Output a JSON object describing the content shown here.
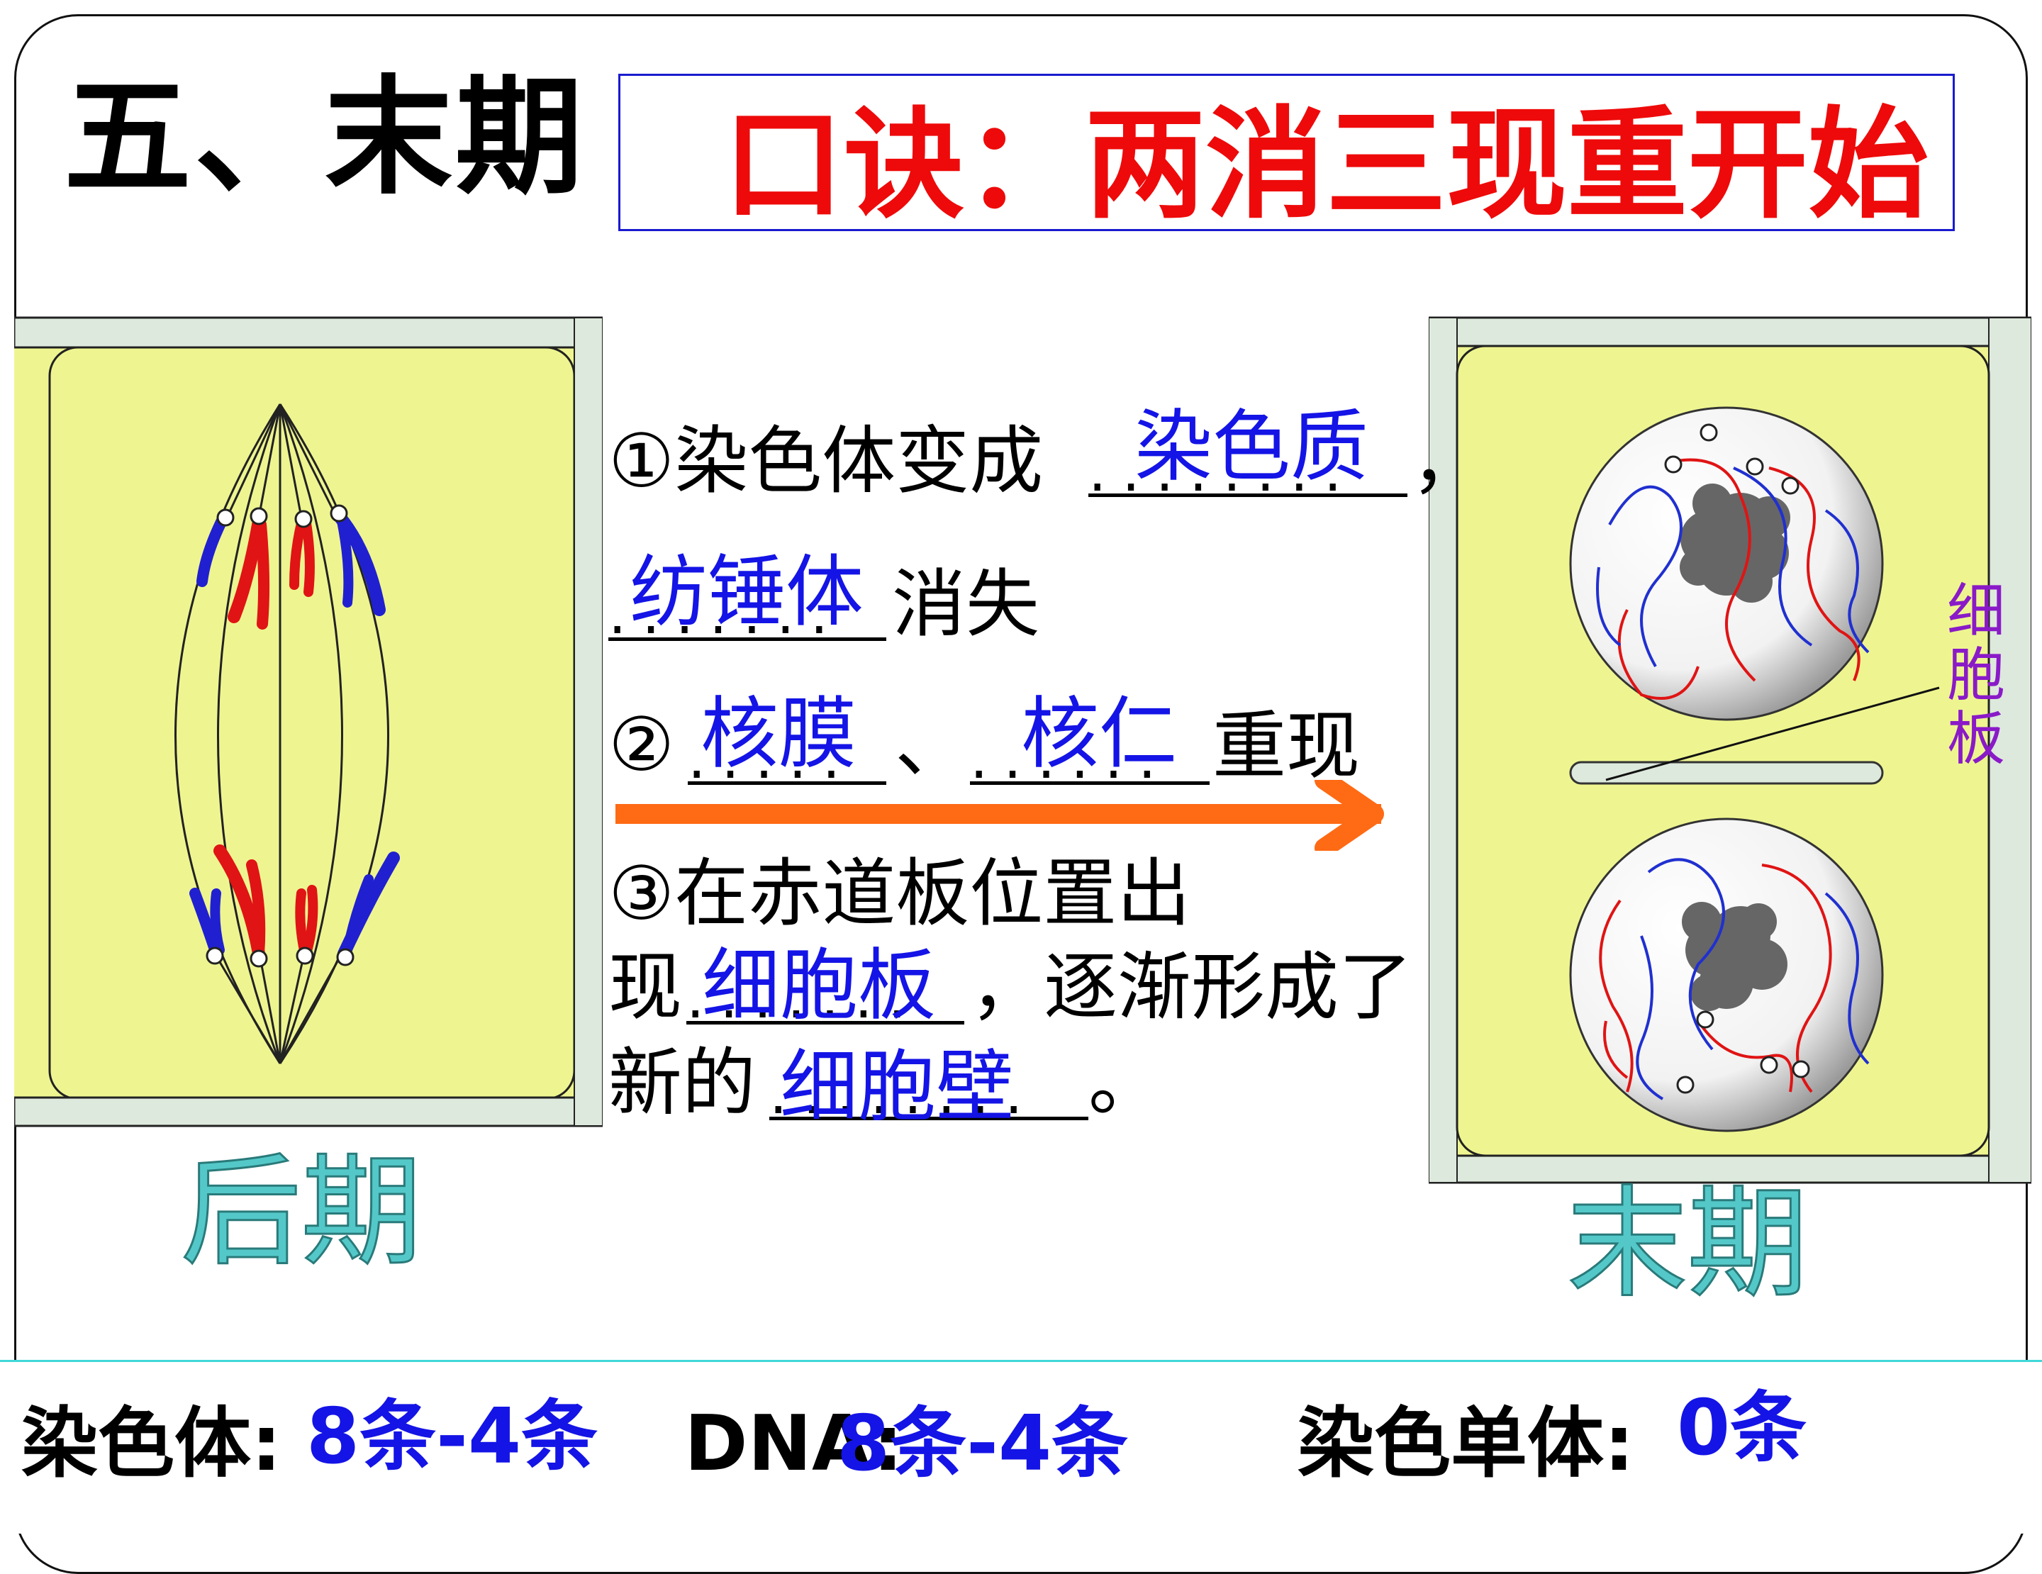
{
  "title": "五、末期",
  "mnemonic": "口诀：两消三现重开始",
  "stages": {
    "left": "后期",
    "right": "末期"
  },
  "cell_plate_label": "细胞板",
  "notes": {
    "line1_prefix": "①染色体变成",
    "answer_chromatin": "染色质",
    "line1_comma": "，",
    "answer_spindle": "纺锤体",
    "line2_suffix": "消失",
    "line3_prefix": "②",
    "answer_nuclear_membrane": "核膜",
    "line3_sep": "、",
    "answer_nucleolus": "核仁",
    "line3_suffix": "重现",
    "line4": "③在赤道板位置出",
    "line5_prefix": "现",
    "answer_cell_plate": "细胞板",
    "line5_suffix": "，逐渐形成了",
    "line6_prefix": "新的",
    "answer_cell_wall": "细胞壁",
    "line6_suffix": "。"
  },
  "footer": {
    "chromosome_label": "染色体:",
    "chromosome_value": "8条-4条",
    "dna_label": "DNA:",
    "dna_value": "8条-4条",
    "chromatid_label": "染色单体:",
    "chromatid_value": "0条"
  },
  "colors": {
    "cell_fill": "#eef590",
    "wall": "#dde9dc",
    "arrow": "#ff6a14",
    "answer_blue": "#1414e6",
    "mnemonic_red": "#ee0a0a",
    "stage_teal": "#54c8c8"
  }
}
